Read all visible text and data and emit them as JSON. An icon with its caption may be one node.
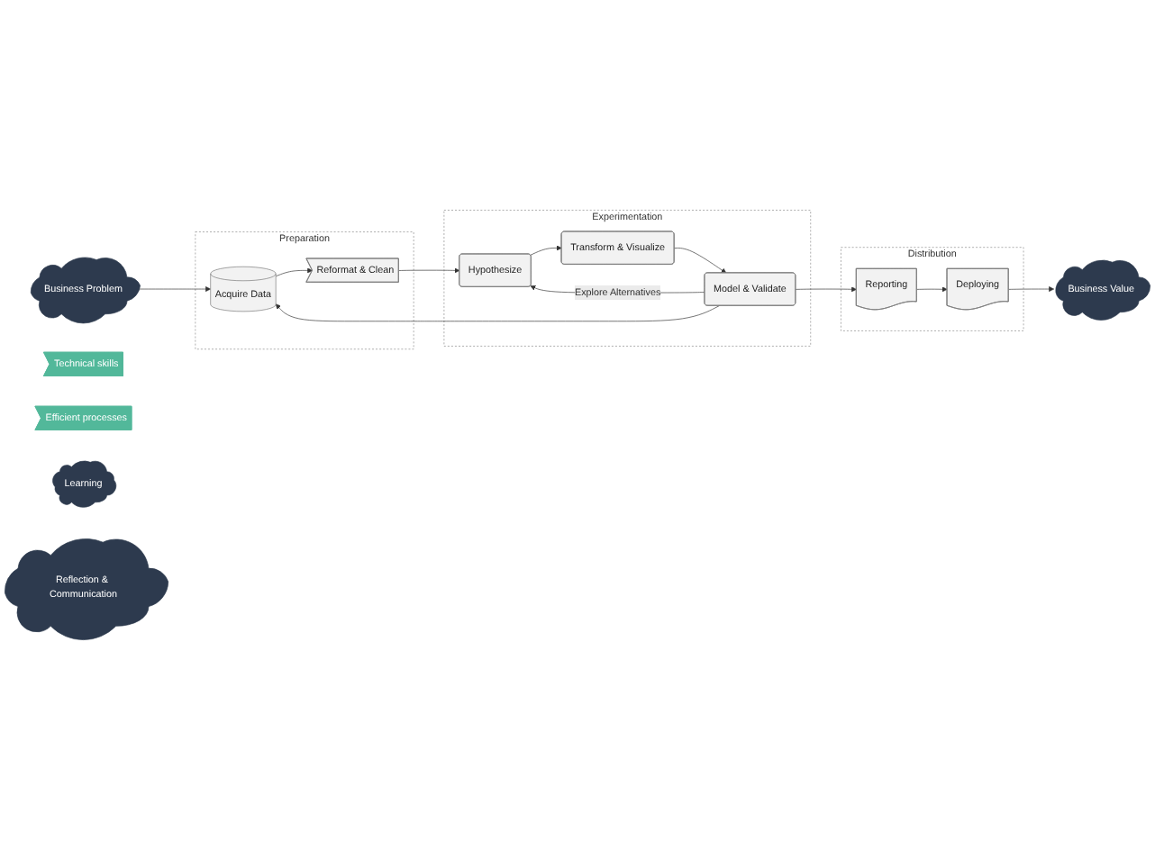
{
  "diagram": {
    "nodes": [
      {
        "text": [
          "Business Problem"
        ]
      },
      {
        "text": [
          "Technical skills"
        ]
      },
      {
        "text": [
          "Efficient processes"
        ]
      },
      {
        "text": [
          "Business Value"
        ]
      },
      {
        "text": [
          "Preparation"
        ]
      },
      {
        "text": [
          "Acquire Data"
        ],
        "in": 4
      },
      {
        "text": [
          "Reformat & Clean"
        ],
        "in": 4
      },
      {
        "text": [
          "Experimentation"
        ]
      },
      {
        "text": [
          "Hypothesize"
        ],
        "in": 7
      },
      {
        "text": [
          "Transform & Visualize"
        ],
        "in": 7
      },
      {
        "text": [
          "Model & Validate"
        ],
        "in": 7
      },
      {
        "text": [
          "Distribution"
        ]
      },
      {
        "text": [
          "Reporting"
        ],
        "in": 11
      },
      {
        "text": [
          "Deploying"
        ],
        "in": 11
      },
      {
        "text": [
          "Learning"
        ]
      },
      {
        "text": [
          "Reflection & Communication"
        ]
      }
    ],
    "edges": [
      {
        "from": 0,
        "to": 5,
        "arrow": "to"
      },
      {
        "from": 5,
        "to": 6,
        "arrow": "to"
      },
      {
        "from": 6,
        "to": 8,
        "arrow": "to"
      },
      {
        "from": 8,
        "to": 9,
        "arrow": "to"
      },
      {
        "from": 9,
        "to": 10,
        "arrow": "to"
      },
      {
        "from": 10,
        "to": 12,
        "arrow": "to"
      },
      {
        "from": 12,
        "to": 13,
        "arrow": "to"
      },
      {
        "from": 13,
        "to": 3,
        "arrow": "to"
      },
      {
        "from": 10,
        "to": 8,
        "arrow": "to",
        "label": "Explore Alternatives"
      },
      {
        "from": 10,
        "to": 5,
        "arrow": "to"
      }
    ]
  }
}
